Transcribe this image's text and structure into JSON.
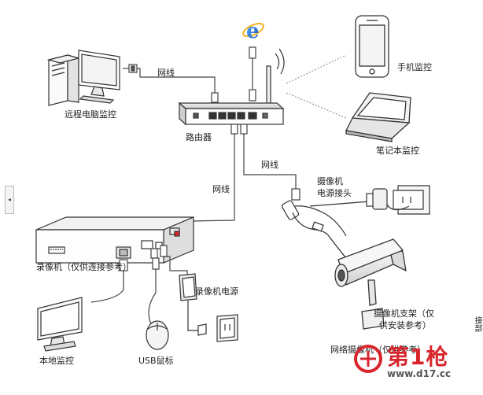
{
  "labels": {
    "remote_pc": "远程电脑监控",
    "cable_pc": "网线",
    "router": "路由器",
    "phone": "手机监控",
    "laptop": "笔记本监控",
    "cable_camera": "网线",
    "cable_nvr": "网线",
    "camera_power_line1": "摄像机",
    "camera_power_line2": "电源接头",
    "nvr": "录像机（仅供连接参考）",
    "nvr_power": "录像机电源",
    "local_monitor": "本地监控",
    "usb_mouse": "USB鼠标",
    "bracket_line1": "摄像机支架（仅",
    "bracket_line2": "供安装参考）",
    "camera_partial": "网络摄像机（仅供参考）",
    "corner_partial": "接部"
  },
  "watermark": {
    "brand": "第1枪",
    "url": "www.d17.cc",
    "color_red": "#d8262c",
    "color_gray": "#555555"
  },
  "colors": {
    "ie_blue": "#1a6fd6",
    "line": "#444444"
  }
}
